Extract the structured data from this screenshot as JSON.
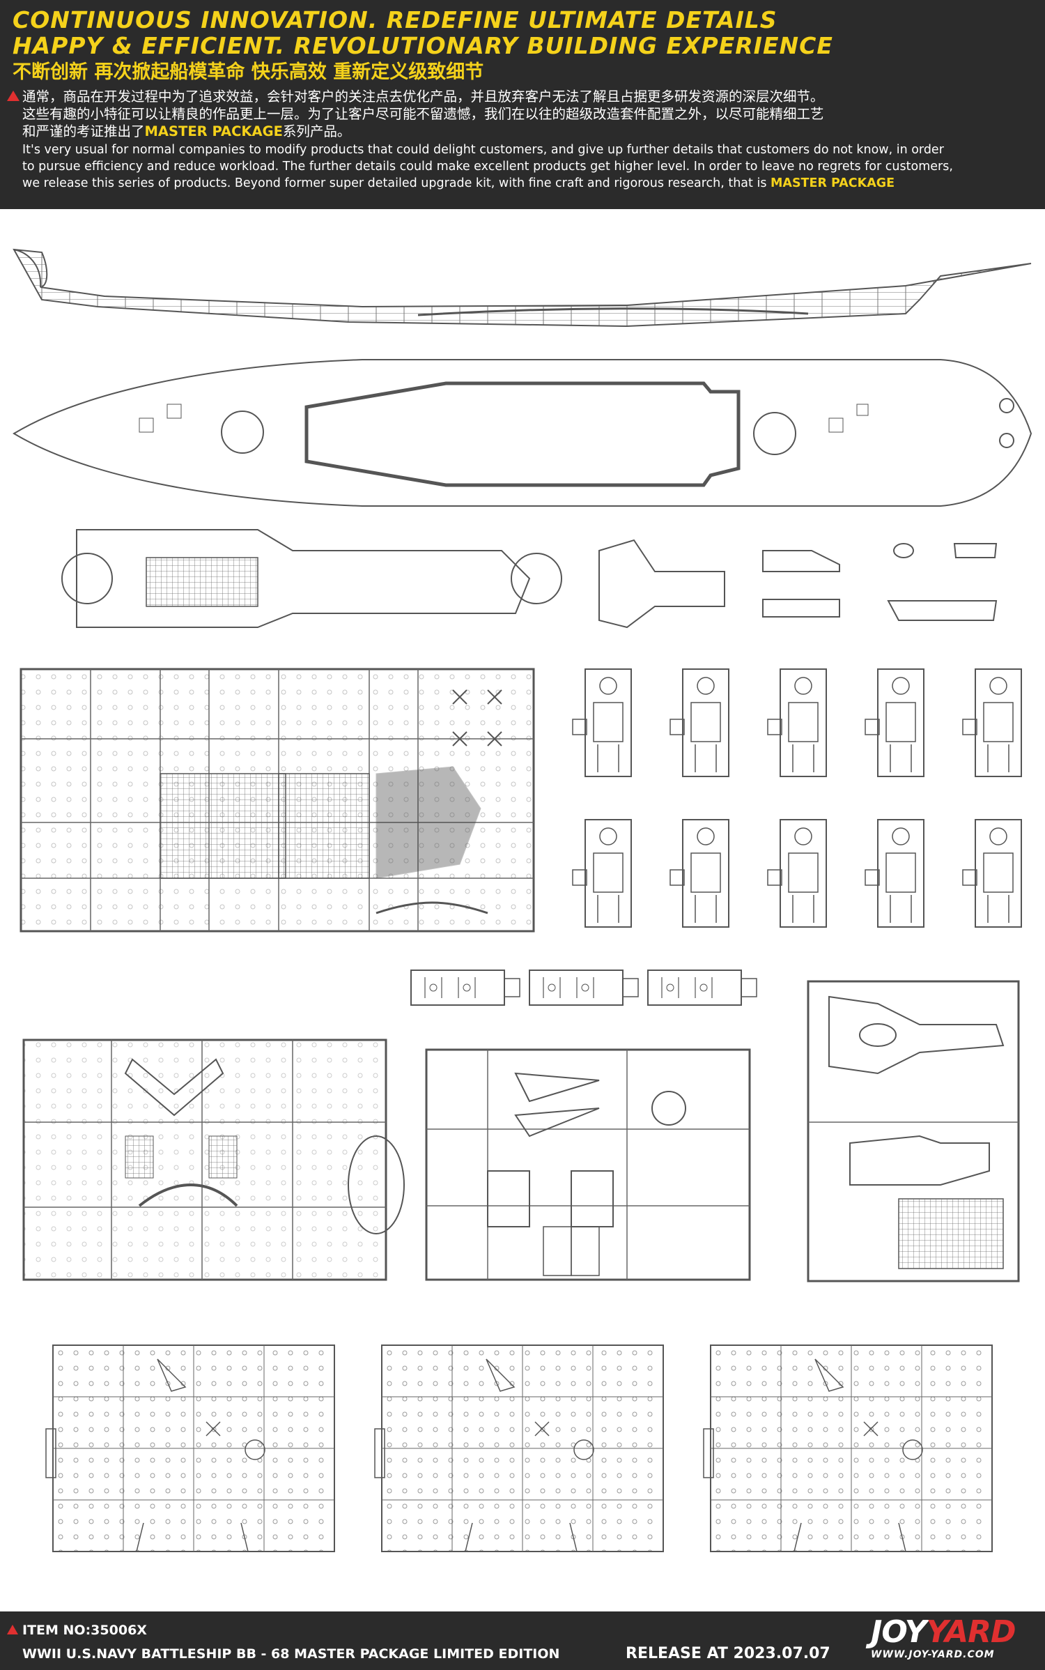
{
  "header": {
    "headline_1": "CONTINUOUS INNOVATION. REDEFINE ULTIMATE DETAILS",
    "headline_2": "HAPPY & EFFICIENT. REVOLUTIONARY BUILDING EXPERIENCE",
    "headline_cn": "不断创新 再次掀起船模革命 快乐高效 重新定义级致细节",
    "cn_line_1": "通常，商品在开发过程中为了追求效益，会针对客户的关注点去优化产品，并且放弃客户无法了解且占据更多研发资源的深层次细节。",
    "cn_line_2": "这些有趣的小特征可以让精良的作品更上一层。为了让客户尽可能不留遗憾，我们在以往的超级改造套件配置之外，以尽可能精细工艺",
    "cn_line_3_pre": "和严谨的考证推出了",
    "cn_line_3_hl": "MASTER PACKAGE",
    "cn_line_3_post": "系列产品。",
    "en_line_1": "It's very usual for normal companies to modify products that could delight customers, and give up further details that customers do not know, in order",
    "en_line_2": "to pursue efficiency and reduce workload. The further details could make excellent products get higher level. In order to leave no regrets for customers,",
    "en_line_3_pre": "we release this series of products. Beyond former super detailed upgrade kit, with fine craft and rigorous research, that is ",
    "en_line_3_hl": "MASTER PACKAGE"
  },
  "footer": {
    "item_no": "ITEM NO:35006X",
    "product_title": "WWII U.S.NAVY BATTLESHIP BB - 68 MASTER  PACKAGE LIMITED EDITION",
    "release": "RELEASE AT 2023.07.07",
    "logo_joy": "JOY",
    "logo_yard": "YARD",
    "logo_site": "WWW.JOY-YARD.COM"
  },
  "colors": {
    "header_bg": "#2b2b2b",
    "accent_yellow": "#f5d21b",
    "warning_red": "#e03030",
    "line_art": "#555555"
  }
}
